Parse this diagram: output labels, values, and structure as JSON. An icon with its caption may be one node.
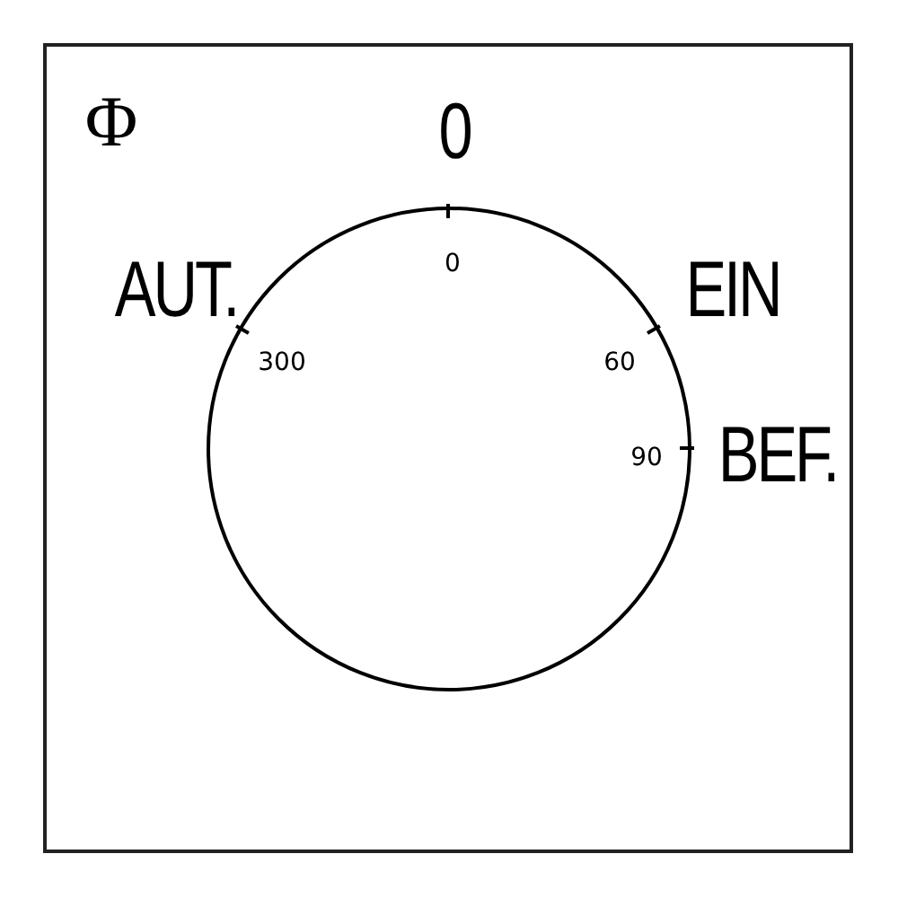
{
  "diagram": {
    "nodes": [
      {
        "text": [],
        "shape": "box"
      },
      {
        "text": [
          "0",
          "300",
          "60",
          "90"
        ],
        "in": 0,
        "beside": [
          "0",
          "AUT.",
          "EIN",
          "BEF."
        ]
      }
    ],
    "labels": [
      "Φ"
    ]
  }
}
